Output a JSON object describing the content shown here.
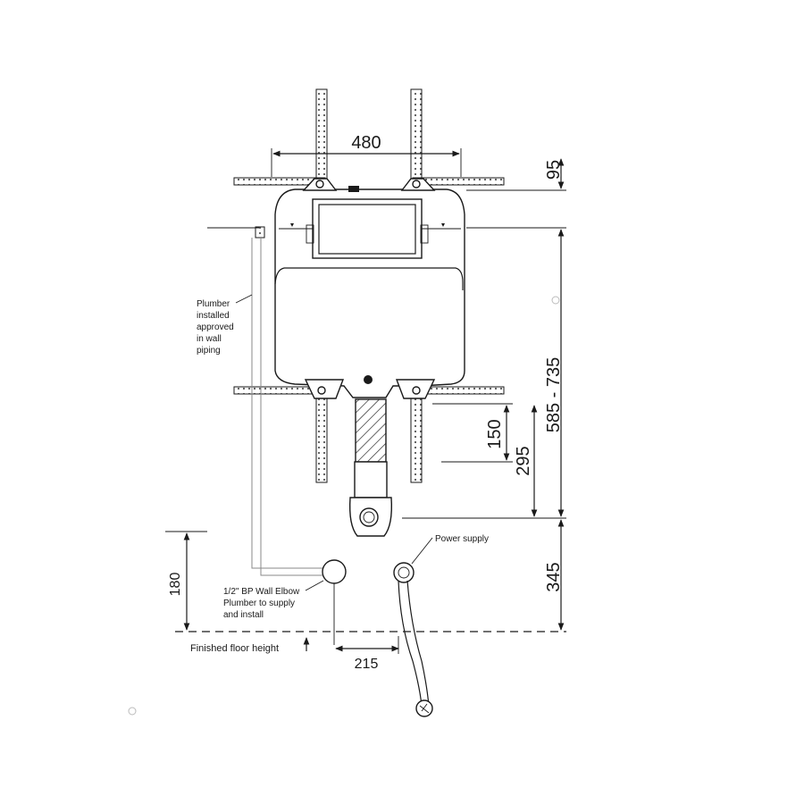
{
  "dimensions": {
    "width_top": "480",
    "top_offset": "95",
    "height_range": "585 - 735",
    "d150": "150",
    "d295": "295",
    "d345": "345",
    "d180": "180",
    "d215": "215"
  },
  "labels": {
    "plumber_piping": [
      "Plumber",
      "installed",
      "approved",
      "in wall",
      "piping"
    ],
    "power_supply": "Power supply",
    "elbow": [
      "1/2\" BP Wall Elbow",
      "Plumber to supply",
      "and install"
    ],
    "floor": "Finished floor height"
  }
}
